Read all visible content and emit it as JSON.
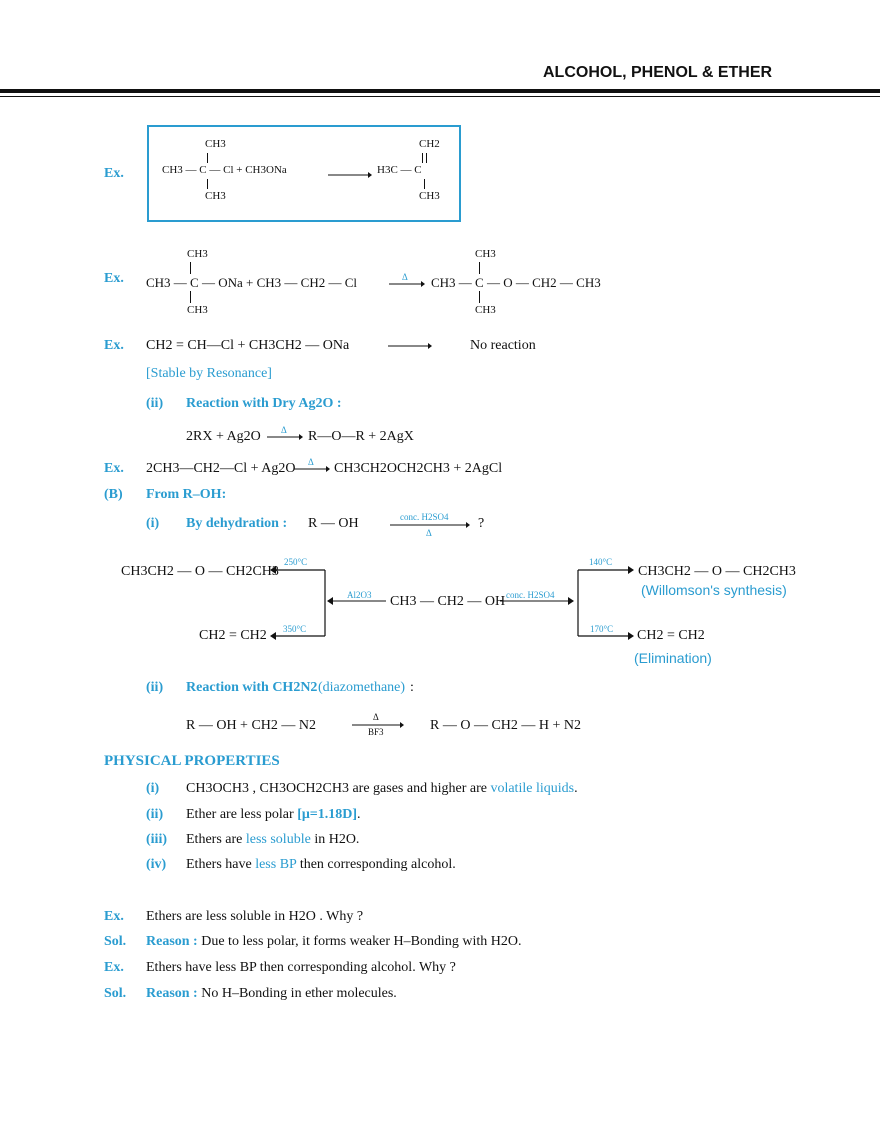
{
  "header": {
    "title": "ALCOHOL, PHENOL & ETHER"
  },
  "ex_label": "Ex.",
  "sol_label": "Sol.",
  "ex1": {
    "top_left": "CH3",
    "left_chain": "CH3 — C — Cl + CH3ONa",
    "bottom_left": "CH3",
    "top_right": "CH2",
    "right_chain": "H3C — C",
    "bottom_right": "CH3"
  },
  "ex2": {
    "top_left": "CH3",
    "left_chain": "CH3 — C — ONa + CH3 — CH2 — Cl",
    "bottom_left": "CH3",
    "condition": "Δ",
    "top_right": "CH3",
    "right_chain": "CH3 — C — O — CH2 — CH3",
    "bottom_right": "CH3"
  },
  "ex3": {
    "reactants": "CH2 = CH—Cl + CH3CH2 — ONa",
    "product": "No reaction"
  },
  "stable_note": "[Stable by Resonance]",
  "sec_ii": {
    "num": "(ii)",
    "title": "Reaction with Dry Ag2O :"
  },
  "ag2o_general": {
    "left": "2RX + Ag2O",
    "cond": "Δ",
    "right": "R—O—R + 2AgX"
  },
  "ex4": {
    "left": "2CH3—CH2—Cl + Ag2O",
    "cond": "Δ",
    "right": "CH3CH2OCH2CH3 + 2AgCl"
  },
  "sec_b": {
    "num": "(B)",
    "title": "From R–OH:"
  },
  "sec_i": {
    "num": "(i)",
    "title": "By dehydration :",
    "eq": "R — OH",
    "cond_top": "conc. H2SO4",
    "cond_bot": "Δ",
    "result": "?"
  },
  "scheme": {
    "center": "CH3 — CH2 — OH",
    "left_top": "CH3CH2 — O — CH2CH3",
    "left_top_temp": "250°C",
    "left_bottom": "CH2 = CH2",
    "left_bottom_temp": "350°C",
    "left_reagent": "Al2O3",
    "right_reagent": "conc. H2SO4",
    "right_top": "CH3CH2 — O — CH2CH3",
    "right_top_temp": "140°C",
    "right_top_note": "(Willomson's synthesis)",
    "right_bottom": "CH2 = CH2",
    "right_bottom_temp": "170°C",
    "right_bottom_note": "(Elimination)"
  },
  "sec_ii_b": {
    "num": "(ii)",
    "title": "Reaction with CH2N2",
    "sub": "(diazomethane)",
    "colon": ":"
  },
  "diazo": {
    "left": "R — OH + CH2 — N2",
    "cond_top": "Δ",
    "cond_bot": "BF3",
    "right": "R — O — CH2 — H + N2"
  },
  "phys": {
    "title": "PHYSICAL PROPERTIES",
    "items": [
      {
        "num": "(i)",
        "text": "CH3OCH3 , CH3OCH2CH3 are gases and higher are",
        "hl": "volatile liquids",
        "tail": "."
      },
      {
        "num": "(ii)",
        "text": "Ether are less polar",
        "hl": "[μ=1.18D]",
        "tail": "."
      },
      {
        "num": "(iii)",
        "text": "Ethers are",
        "hl": "less soluble",
        "tail": "in H2O."
      },
      {
        "num": "(iv)",
        "text": "Ethers have",
        "hl": "less BP",
        "tail": "then corresponding alcohol."
      }
    ]
  },
  "qa": [
    {
      "label": "Ex.",
      "text": "Ethers are less soluble in H2O . Why ?"
    },
    {
      "label": "Sol.",
      "reason": "Reason :",
      "text": "Due to less polar, it forms weaker H–Bonding with H2O."
    },
    {
      "label": "Ex.",
      "text": "Ethers have less BP then corresponding alcohol. Why ?"
    },
    {
      "label": "Sol.",
      "reason": "Reason :",
      "text": "No  H–Bonding in ether molecules."
    }
  ],
  "colors": {
    "accent": "#2a9cd0",
    "text": "#111111"
  }
}
